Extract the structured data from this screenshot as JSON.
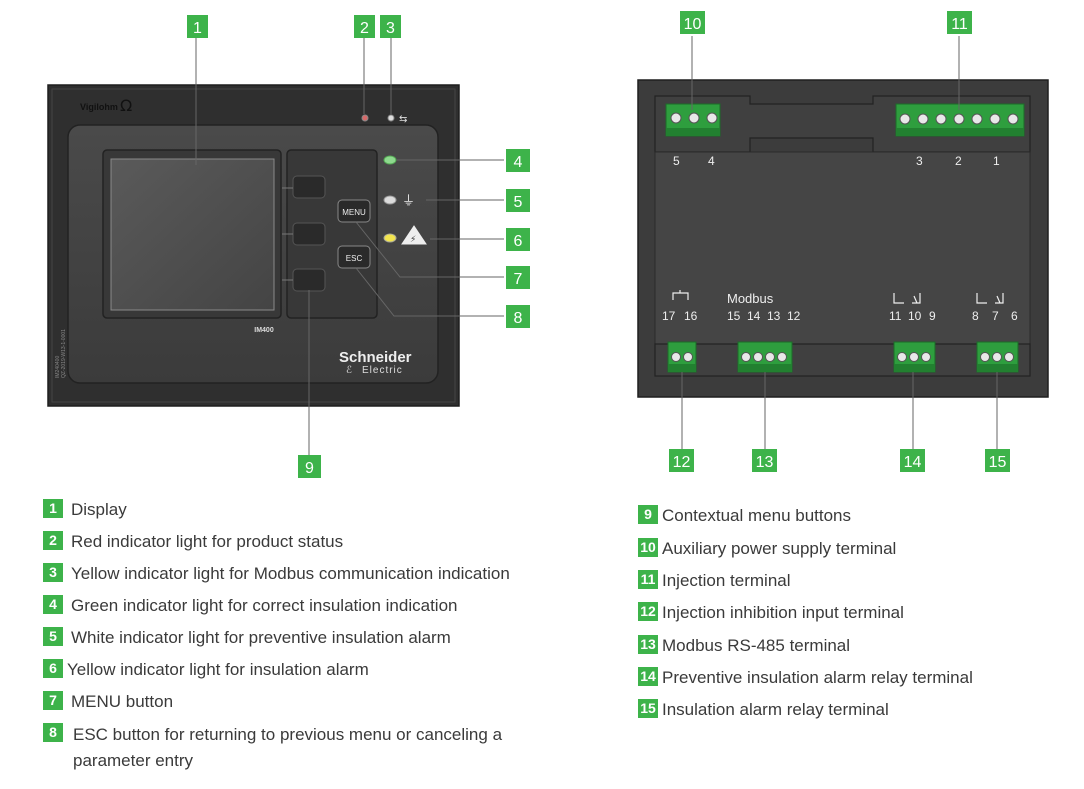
{
  "front_panel": {
    "brand": "Vigilohm",
    "brand_symbol": "Ω",
    "model": "IM400",
    "manufacturer_line1": "Schneider",
    "manufacturer_line2": "Electric",
    "menu_label": "MENU",
    "esc_label": "ESC",
    "serial_line1": "IM240400",
    "serial_line2": "QZ-2019-W13-1-0001"
  },
  "rear_panel": {
    "terminal_labels_top_left": [
      "5",
      "4"
    ],
    "terminal_labels_top_right": [
      "3",
      "2",
      "1"
    ],
    "modbus_label": "Modbus",
    "terminal_labels_bottom_a": [
      "17",
      "16"
    ],
    "terminal_labels_bottom_b": [
      "15",
      "14",
      "13",
      "12"
    ],
    "terminal_labels_bottom_c": [
      "11",
      "10",
      "9"
    ],
    "terminal_labels_bottom_d": [
      "8",
      "7",
      "6"
    ]
  },
  "callouts": [
    "1",
    "2",
    "3",
    "4",
    "5",
    "6",
    "7",
    "8",
    "9",
    "10",
    "11",
    "12",
    "13",
    "14",
    "15"
  ],
  "legend": [
    {
      "num": "1",
      "text": "Display"
    },
    {
      "num": "2",
      "text": "Red indicator light for product status"
    },
    {
      "num": "3",
      "text": "Yellow indicator light for Modbus communication indication"
    },
    {
      "num": "4",
      "text": "Green indicator light for correct insulation indication"
    },
    {
      "num": "5",
      "text": "White indicator light for preventive insulation alarm"
    },
    {
      "num": "6",
      "text": "Yellow indicator light for insulation alarm"
    },
    {
      "num": "7",
      "text": "MENU button"
    },
    {
      "num": "8",
      "text": "ESC button for returning to previous menu or canceling a parameter entry"
    },
    {
      "num": "9",
      "text": "Contextual menu buttons"
    },
    {
      "num": "10",
      "text": "Auxiliary power supply terminal"
    },
    {
      "num": "11",
      "text": "Injection terminal"
    },
    {
      "num": "12",
      "text": "Injection inhibition input terminal"
    },
    {
      "num": "13",
      "text": "Modbus RS-485 terminal"
    },
    {
      "num": "14",
      "text": "Preventive insulation alarm relay terminal"
    },
    {
      "num": "15",
      "text": "Insulation alarm relay terminal"
    }
  ],
  "colors": {
    "callout_green": "#3db34a",
    "panel_dark": "#3a3a3a",
    "terminal_green": "#2e9e3e",
    "led_green": "#7ed67e",
    "led_yellow": "#f2e24a",
    "led_red": "#e06060"
  }
}
